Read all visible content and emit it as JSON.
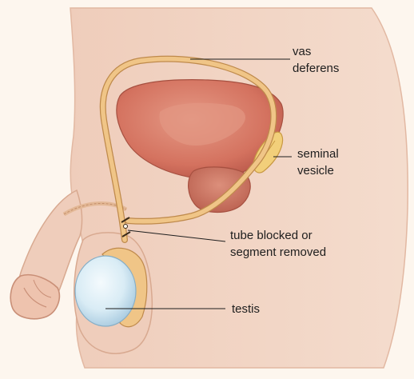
{
  "labels": {
    "vas_deferens": "vas\ndeferens",
    "seminal_vesicle": "seminal\nvesicle",
    "tube_blocked": "tube blocked or\nsegment removed",
    "testis": "testis"
  },
  "colors": {
    "background": "#fdf6ee",
    "skin": "#f1d4c3",
    "skin_outline": "#d8a990",
    "vas": "#f0c587",
    "vas_outline": "#bf8a4c",
    "bladder": "#d97d6a",
    "bladder_shadow": "#b65a48",
    "vesicle": "#f2cf7a",
    "testis": "#dfeff6",
    "leader_line": "#1e1e1e"
  }
}
